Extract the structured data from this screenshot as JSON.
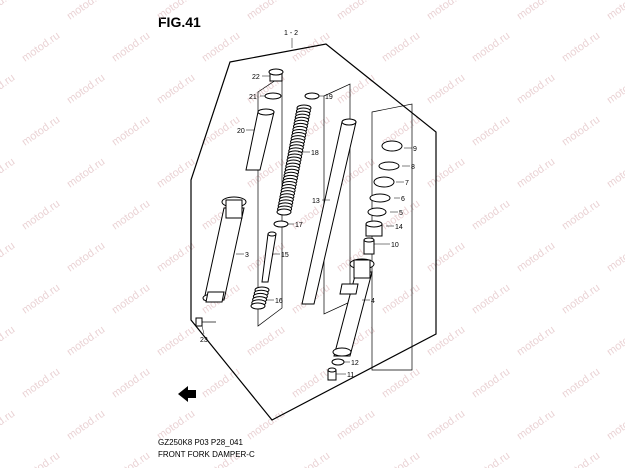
{
  "figure": {
    "title": "FIG.41",
    "code": "GZ250K8 P03 P28_041",
    "name": "FRONT FORK DAMPER-C",
    "assembly_callout": "1 - 2"
  },
  "watermark": {
    "text": "motod.ru"
  },
  "callouts": [
    "22",
    "21",
    "20",
    "19",
    "18",
    "17",
    "16",
    "15",
    "14",
    "13",
    "12",
    "11",
    "10",
    "9",
    "8",
    "7",
    "6",
    "5",
    "4",
    "3",
    "23"
  ],
  "arrow": {
    "icon": "front-direction-arrow-icon"
  }
}
